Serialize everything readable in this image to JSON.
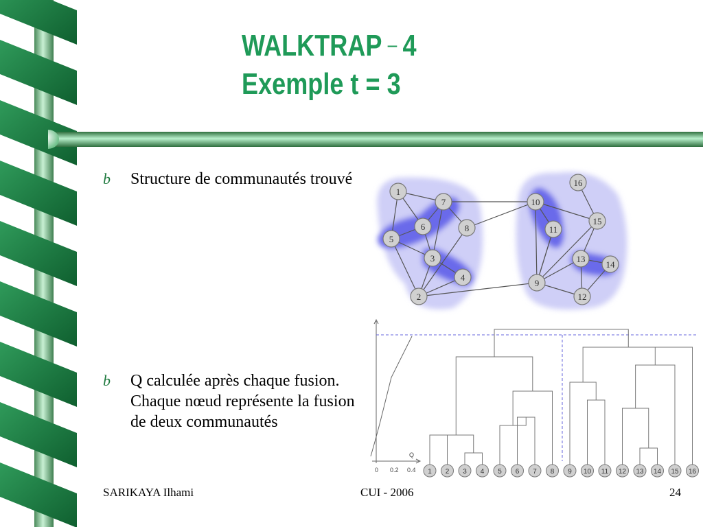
{
  "slide": {
    "title_line1_a": "WALKTRAP",
    "title_dash": "–",
    "title_line1_b": "4",
    "title_line2": "Exemple t = 3",
    "bullets": [
      {
        "marker": "b",
        "text": "Structure de communautés trouvé"
      },
      {
        "marker": "b",
        "text": "Q calculée après chaque fusion. Chaque nœud représente la fusion de deux communautés"
      }
    ]
  },
  "graph": {
    "nodes": [
      "1",
      "2",
      "3",
      "4",
      "5",
      "6",
      "7",
      "8",
      "9",
      "10",
      "11",
      "12",
      "13",
      "14",
      "15",
      "16"
    ],
    "communities": [
      [
        "5",
        "6",
        "7"
      ],
      [
        "3",
        "4"
      ],
      [
        "10",
        "11"
      ],
      [
        "13",
        "14"
      ]
    ],
    "colors": {
      "community_dark": "#5a5ae8",
      "community_light": "#c9c9f6",
      "node_fill": "#d0d0d0",
      "edge": "#555555"
    }
  },
  "dendrogram": {
    "q_axis_label": "Q",
    "q_ticks": [
      "0",
      "0.2",
      "0.4"
    ],
    "leaves": [
      "1",
      "2",
      "3",
      "4",
      "5",
      "6",
      "7",
      "8",
      "9",
      "10",
      "11",
      "12",
      "13",
      "14",
      "15",
      "16"
    ]
  },
  "footer": {
    "author": "SARIKAYA Ilhami",
    "event": "CUI - 2006",
    "page": "24"
  }
}
